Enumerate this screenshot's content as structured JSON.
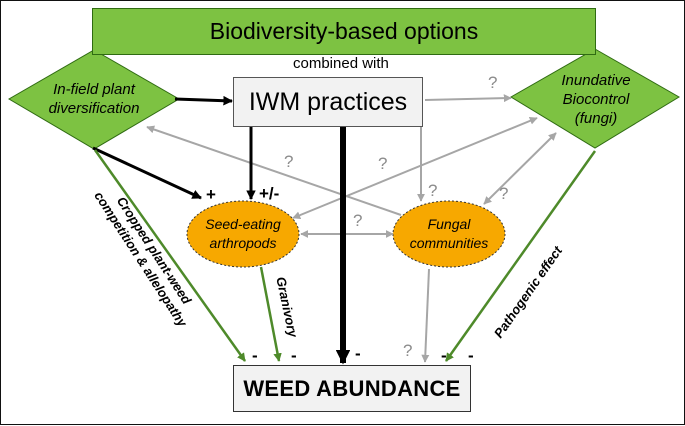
{
  "title": "Biodiversity-based options",
  "combined_with": "combined with",
  "iwm": "IWM practices",
  "outcome": "WEED ABUNDANCE",
  "infield": {
    "line1": "In-field plant",
    "line2": "diversification"
  },
  "biocontrol": {
    "line1": "Inundative",
    "line2": "Biocontrol",
    "line3": "(fungi)"
  },
  "seed": {
    "line1": "Seed-eating",
    "line2": "arthropods"
  },
  "fungal": {
    "line1": "Fungal",
    "line2": "communities"
  },
  "edge_labels": {
    "competition_1": "Cropped plant-weed",
    "competition_2": "competition & allelopathy",
    "granivory": "Granivory",
    "pathogenic": "Pathogenic effect"
  },
  "signs": {
    "plus": "+",
    "plus_minus": "+/-",
    "minus": "-",
    "unknown": "?"
  },
  "colors": {
    "green_fill": "#7dc242",
    "green_line": "#4e8a2a",
    "orange_fill": "#f7a800",
    "gray_line": "#a6a6a6",
    "box_fill": "#f2f2f2"
  }
}
